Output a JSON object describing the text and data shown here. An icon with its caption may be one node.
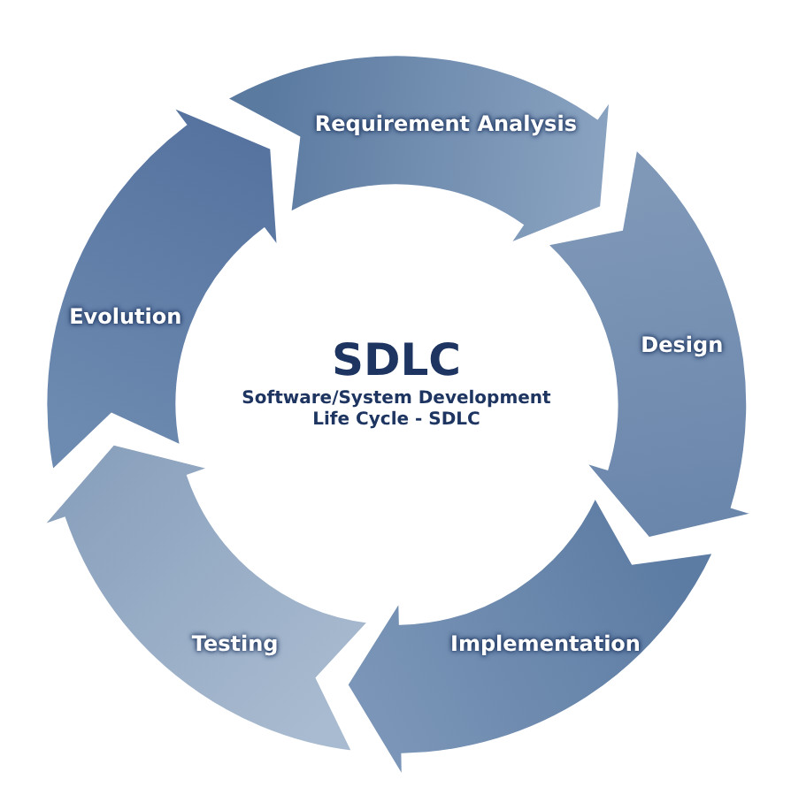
{
  "diagram": {
    "nodes": [
      {
        "text": [
          "SDLC",
          "Software/System Development Life Cycle - SDLC"
        ]
      },
      {
        "text": [
          "Requirement Analysis"
        ]
      },
      {
        "text": [
          "Design"
        ]
      },
      {
        "text": [
          "Implementation"
        ]
      },
      {
        "text": [
          "Testing"
        ]
      },
      {
        "text": [
          "Evolution"
        ]
      }
    ]
  }
}
